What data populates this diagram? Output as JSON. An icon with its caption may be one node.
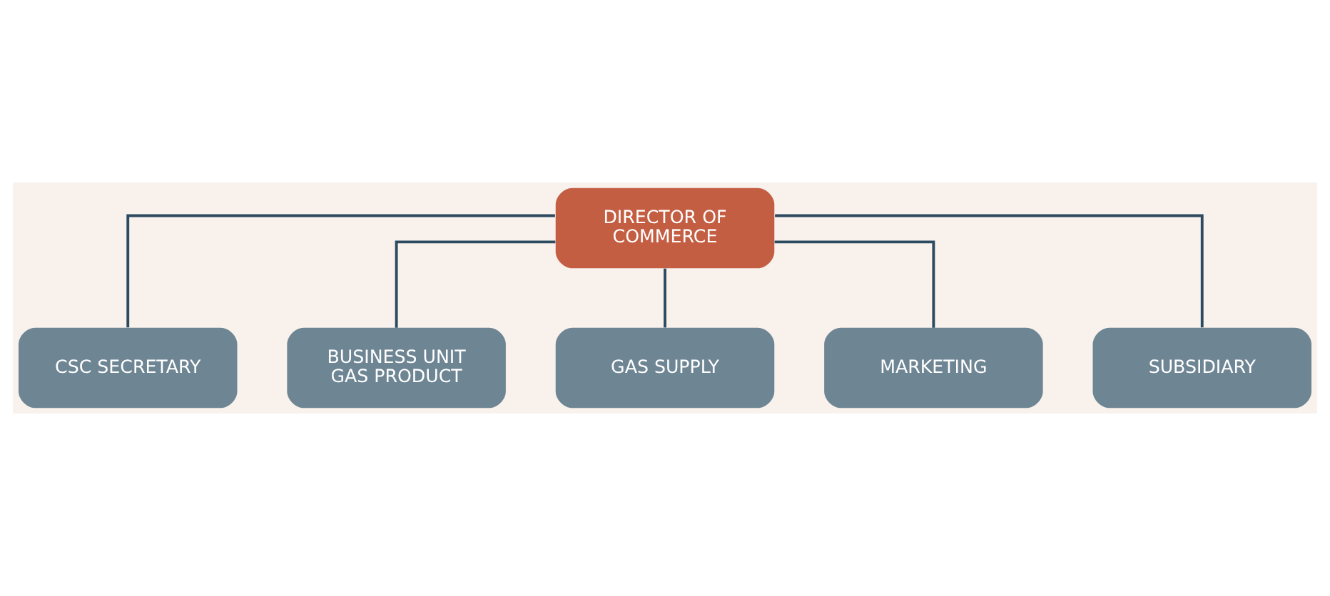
{
  "diagram": {
    "nodes": [
      {
        "text": [
          "DIRECTOR OF COMMERCE"
        ]
      },
      {
        "text": [
          "CSC SECRETARY"
        ]
      },
      {
        "text": [
          "BUSINESS UNIT GAS PRODUCT"
        ]
      },
      {
        "text": [
          "GAS SUPPLY"
        ]
      },
      {
        "text": [
          "MARKETING"
        ]
      },
      {
        "text": [
          "SUBSIDIARY"
        ]
      }
    ],
    "edges": [
      {
        "from": 0,
        "to": 1,
        "arrow": "none"
      },
      {
        "from": 0,
        "to": 2,
        "arrow": "none"
      },
      {
        "from": 0,
        "to": 3,
        "arrow": "none"
      },
      {
        "from": 0,
        "to": 4,
        "arrow": "none"
      },
      {
        "from": 0,
        "to": 5,
        "arrow": "none"
      }
    ]
  }
}
